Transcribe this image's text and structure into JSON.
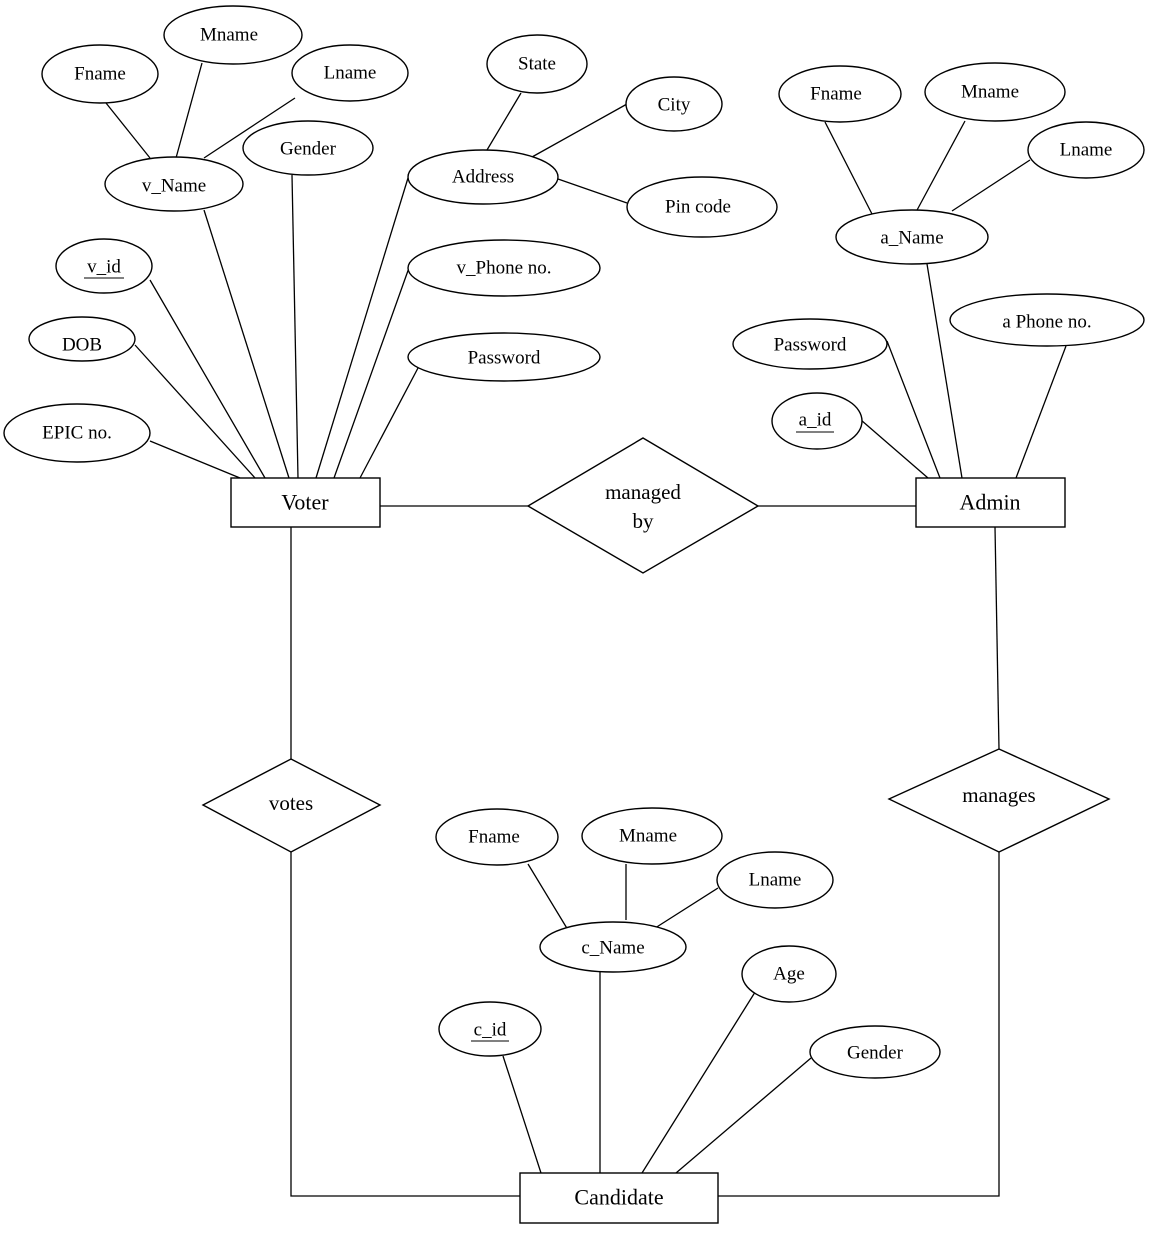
{
  "entities": {
    "voter": "Voter",
    "admin": "Admin",
    "candidate": "Candidate"
  },
  "relationships": {
    "managed_by": [
      "managed",
      "by"
    ],
    "votes": "votes",
    "manages": "manages"
  },
  "voter_attrs": {
    "fname": "Fname",
    "mname": "Mname",
    "lname": "Lname",
    "v_name": "v_Name",
    "gender": "Gender",
    "v_id": "v_id",
    "dob": "DOB",
    "epic": "EPIC no.",
    "address": "Address",
    "state": "State",
    "city": "City",
    "pin": "Pin code",
    "phone": "v_Phone no.",
    "password": "Password"
  },
  "admin_attrs": {
    "fname": "Fname",
    "mname": "Mname",
    "lname": "Lname",
    "a_name": "a_Name",
    "password": "Password",
    "phone": "a  Phone no.",
    "a_id": "a_id"
  },
  "candidate_attrs": {
    "fname": "Fname",
    "mname": "Mname",
    "lname": "Lname",
    "c_name": "c_Name",
    "age": "Age",
    "gender": "Gender",
    "c_id": "c_id"
  }
}
